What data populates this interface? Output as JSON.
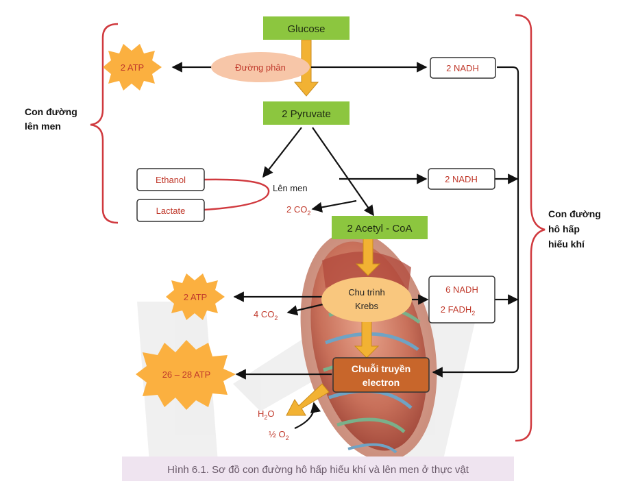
{
  "nodes": {
    "glucose": "Glucose",
    "pyruvate": "2 Pyruvate",
    "acetyl": "2 Acetyl - CoA",
    "glycolysis": "Đường phân",
    "krebs_line1": "Chu trình",
    "krebs_line2": "Krebs",
    "etc_line1": "Chuỗi truyền",
    "etc_line2": "electron",
    "fermentation": "Lên men",
    "ethanol": "Ethanol",
    "lactate": "Lactate"
  },
  "products": {
    "atp_glycolysis": "2 ATP",
    "atp_krebs": "2 ATP",
    "atp_etc": "26 – 28 ATP",
    "nadh_glycolysis": "2 NADH",
    "nadh_pyruvate": "2 NADH",
    "nadh_krebs": "6 NADH",
    "fadh_krebs": "2 FADH",
    "fadh_sub": "2",
    "co2_fermentation": "2 CO",
    "co2_fermentation_sub": "2",
    "co2_krebs": "4 CO",
    "co2_krebs_sub": "2",
    "h2o": "H",
    "h2o_sub": "2",
    "h2o_tail": "O",
    "o2": "½ O",
    "o2_sub": "2"
  },
  "sides": {
    "fermentation_pathway": [
      "Con đường",
      "lên men"
    ],
    "aerobic_pathway": [
      "Con đường",
      "hô hấp",
      "hiếu khí"
    ]
  },
  "caption": "Hình 6.1. Sơ đồ con đường hô hấp hiếu khí và lên men ở thực vật",
  "colors": {
    "green_box": "#8cc63f",
    "brace_red": "#d0393e",
    "orange_arrow": "#f2b233",
    "atp_star": "#fbb040",
    "etc_box": "#c8662b",
    "text_red": "#c0392b"
  }
}
